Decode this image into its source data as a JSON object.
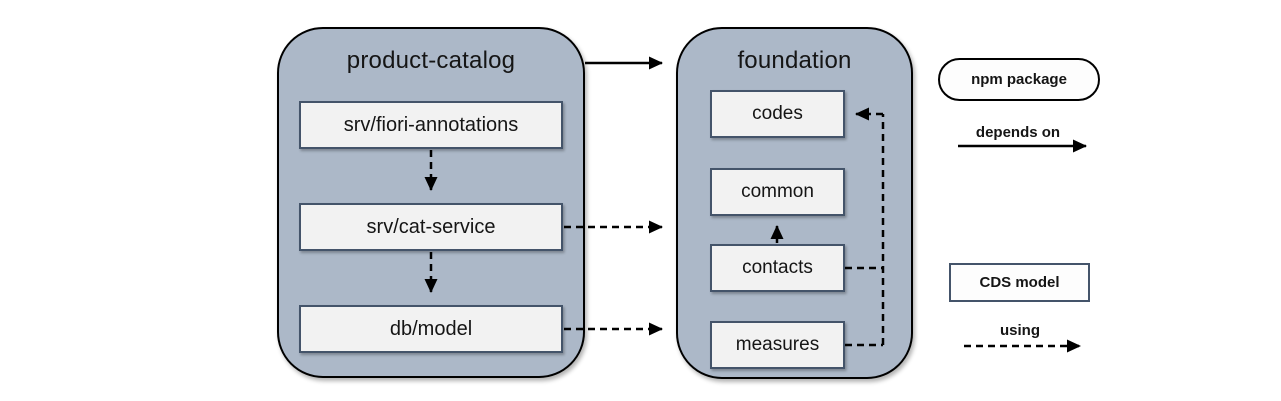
{
  "diagram": {
    "packages": [
      {
        "name": "product-catalog",
        "kind": "npm package",
        "models": [
          "srv/fiori-annotations",
          "srv/cat-service",
          "db/model"
        ]
      },
      {
        "name": "foundation",
        "kind": "npm package",
        "models": [
          "codes",
          "common",
          "contacts",
          "measures"
        ]
      }
    ],
    "edges": [
      {
        "from": "product-catalog",
        "to": "foundation",
        "type": "depends on"
      },
      {
        "from": "srv/fiori-annotations",
        "to": "srv/cat-service",
        "type": "using"
      },
      {
        "from": "srv/cat-service",
        "to": "db/model",
        "type": "using"
      },
      {
        "from": "srv/cat-service",
        "to": "foundation",
        "type": "using"
      },
      {
        "from": "db/model",
        "to": "foundation",
        "type": "using"
      },
      {
        "from": "contacts",
        "to": "common",
        "type": "using"
      },
      {
        "from": "contacts",
        "to": "codes",
        "type": "using"
      },
      {
        "from": "measures",
        "to": "codes",
        "type": "using"
      }
    ],
    "legend": {
      "npm_package_label": "npm package",
      "depends_on_label": "depends on",
      "cds_model_label": "CDS model",
      "using_label": "using"
    },
    "colors": {
      "package_fill": "#acb8c8",
      "package_border": "#000000",
      "model_fill": "#f2f2f2",
      "model_border": "#44546a",
      "arrow": "#000000",
      "background": "#ffffff"
    }
  }
}
